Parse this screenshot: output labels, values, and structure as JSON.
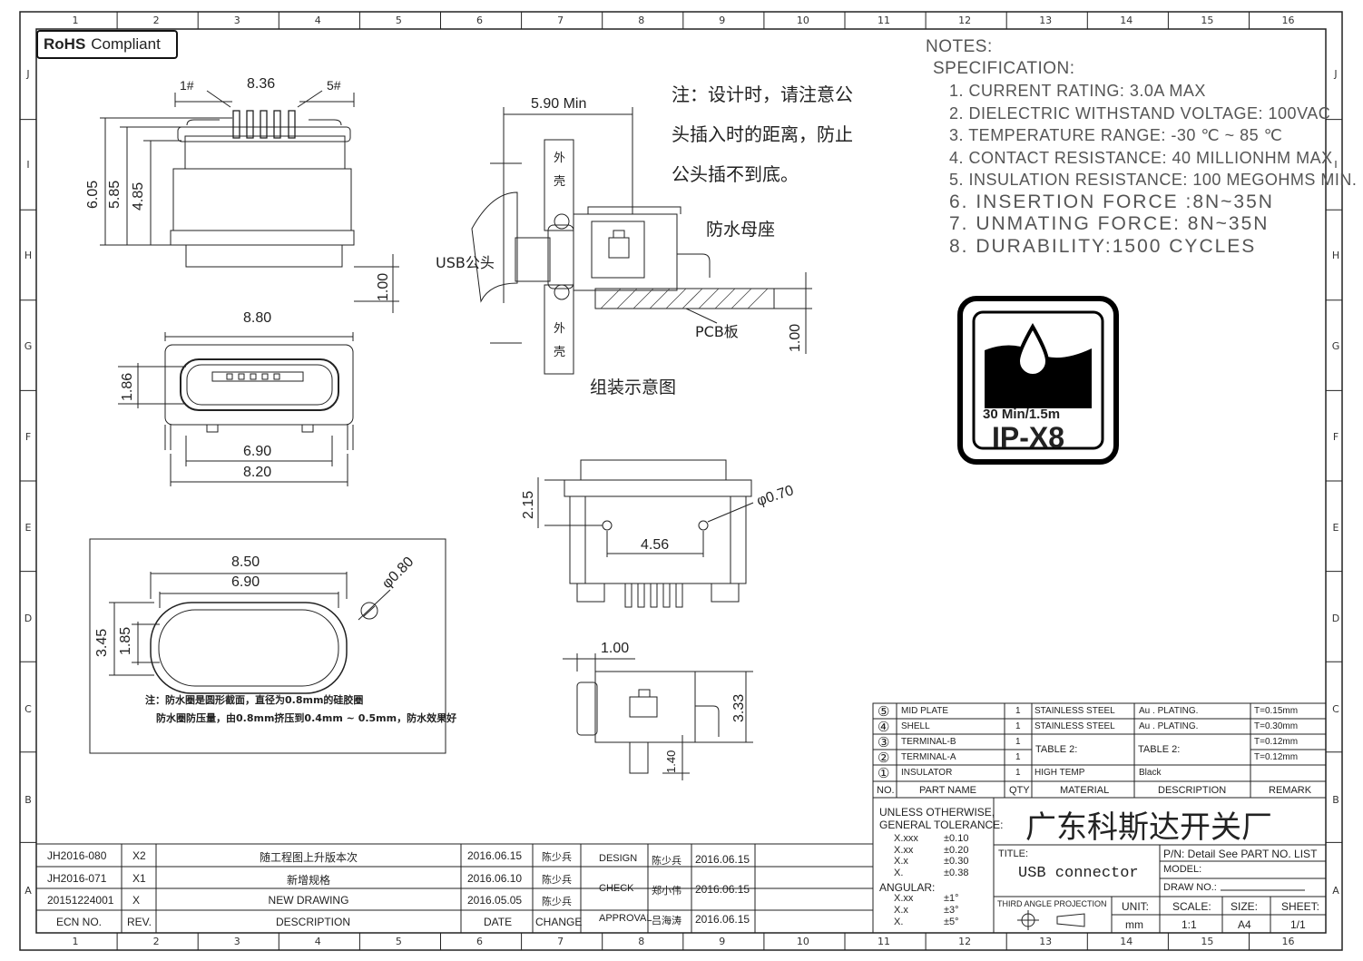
{
  "rohs": {
    "bold": "RoHS",
    "rest": "Compliant"
  },
  "zones": {
    "columns": [
      "1",
      "2",
      "3",
      "4",
      "5",
      "6",
      "7",
      "8",
      "9",
      "10",
      "11",
      "12",
      "13",
      "14",
      "15",
      "16"
    ],
    "rows": [
      "J",
      "I",
      "H",
      "G",
      "F",
      "E",
      "D",
      "C",
      "B",
      "A"
    ]
  },
  "notes": {
    "title": "NOTES:",
    "spec": "SPECIFICATION:",
    "items": [
      "1. CURRENT RATING: 3.0A MAX",
      "2. DIELECTRIC WITHSTAND VOLTAGE: 100VAC",
      "3. TEMPERATURE RANGE: -30 ℃ ~ 85 ℃",
      "4. CONTACT RESISTANCE: 40 MILLIONHM MAX",
      "5. INSULATION RESISTANCE: 100 MEGOHMS MIN.",
      "6. INSERTION FORCE :8N~35N",
      "7. UNMATING FORCE: 8N~35N",
      "8. DURABILITY:1500 CYCLES"
    ]
  },
  "ip_badge": {
    "line1": "30 Min/1.5m",
    "line2": "IP-X8"
  },
  "assembly": {
    "note_lines": [
      "注：设计时，请注意公",
      "头插入时的距离，防止",
      "公头插不到底。"
    ],
    "dim_min": "5.90 Min",
    "shell_top": [
      "外",
      "壳"
    ],
    "shell_bottom": [
      "外",
      "壳"
    ],
    "waterproof_socket": "防水母座",
    "usb_male": "USB公头",
    "pcb": "PCB板",
    "dim_pcb": "1.00",
    "caption": "组装示意图"
  },
  "dims": {
    "pin1": "1#",
    "pin5": "5#",
    "w836": "8.36",
    "h605": "6.05",
    "h585": "5.85",
    "h485": "4.85",
    "h100": "1.00",
    "w880": "8.80",
    "h186": "1.86",
    "w690a": "6.90",
    "w820": "8.20",
    "w850": "8.50",
    "w690b": "6.90",
    "h345": "3.45",
    "h185": "1.85",
    "phi080": "φ0.80",
    "h215": "2.15",
    "phi070": "φ0.70",
    "w456": "4.56",
    "w100": "1.00",
    "h333": "3.33",
    "h140": "1.40"
  },
  "gasket_note": [
    "注：防水圈是圆形截面，直径为0.8mm的硅胶圈",
    "防水圈防压量，由0.8mm挤压到0.4mm ~ 0.5mm，防水效果好"
  ],
  "bom": {
    "rows": [
      {
        "no": "⑤",
        "part": "MID PLATE",
        "qty": "1",
        "material": "STAINLESS STEEL",
        "desc": "Au . PLATING.",
        "remark": "T=0.15mm"
      },
      {
        "no": "④",
        "part": "SHELL",
        "qty": "1",
        "material": "STAINLESS STEEL",
        "desc": "Au . PLATING.",
        "remark": "T=0.30mm"
      },
      {
        "no": "③",
        "part": "TERMINAL-B",
        "qty": "1",
        "material": "",
        "desc": "",
        "remark": "T=0.12mm"
      },
      {
        "no": "②",
        "part": "TERMINAL-A",
        "qty": "1",
        "material": "",
        "desc": "",
        "remark": "T=0.12mm"
      },
      {
        "no": "①",
        "part": "INSULATOR",
        "qty": "1",
        "material": "HIGH TEMP",
        "desc": "Black",
        "remark": ""
      }
    ],
    "merged_material": "TABLE 2:",
    "merged_desc": "TABLE 2:",
    "headers": {
      "no": "NO.",
      "part": "PART NAME",
      "qty": "QTY",
      "material": "MATERIAL",
      "desc": "DESCRIPTION",
      "remark": "REMARK"
    }
  },
  "tolerance": {
    "title1": "UNLESS OTHERWISE,",
    "title2": "GENERAL TOLERANCE:",
    "lin": [
      [
        "X.xxx",
        "±0.10"
      ],
      [
        "X.xx",
        "±0.20"
      ],
      [
        "X.x",
        "±0.30"
      ],
      [
        "X.",
        "±0.38"
      ]
    ],
    "ang_title": "ANGULAR:",
    "ang": [
      [
        "X.xx",
        "±1°"
      ],
      [
        "X.x",
        "±3°"
      ],
      [
        "X.",
        "±5°"
      ]
    ]
  },
  "title_block": {
    "company": "广东科斯达开关厂",
    "title_label": "TITLE:",
    "title": "USB connector",
    "pn": "P/N: Detail See PART NO. LIST",
    "model": "MODEL:",
    "draw_no": "DRAW NO.:",
    "projection": "THIRD ANGLE PROJECTION",
    "unit_label": "UNIT:",
    "unit": "mm",
    "scale_label": "SCALE:",
    "scale": "1:1",
    "size_label": "SIZE:",
    "size": "A4",
    "sheet_label": "SHEET:",
    "sheet": "1/1"
  },
  "revisions": {
    "rows": [
      {
        "ecn": "JH2016-080",
        "rev": "X2",
        "desc": "随工程图上升版本次",
        "date": "2016.06.15",
        "change": "陈少兵"
      },
      {
        "ecn": "JH2016-071",
        "rev": "X1",
        "desc": "新增规格",
        "date": "2016.06.10",
        "change": "陈少兵"
      },
      {
        "ecn": "20151224001",
        "rev": "X",
        "desc": "NEW DRAWING",
        "date": "2016.05.05",
        "change": "陈少兵"
      }
    ],
    "headers": {
      "ecn": "ECN NO.",
      "rev": "REV.",
      "desc": "DESCRIPTION",
      "date": "DATE",
      "change": "CHANGE"
    }
  },
  "approval": [
    {
      "role": "DESIGN",
      "name": "陈少兵",
      "date": "2016.06.15"
    },
    {
      "role": "CHECK",
      "name": "郑小伟",
      "date": "2016.06.15"
    },
    {
      "role": "APPROVAL",
      "name": "吕海涛",
      "date": "2016.06.15"
    }
  ]
}
